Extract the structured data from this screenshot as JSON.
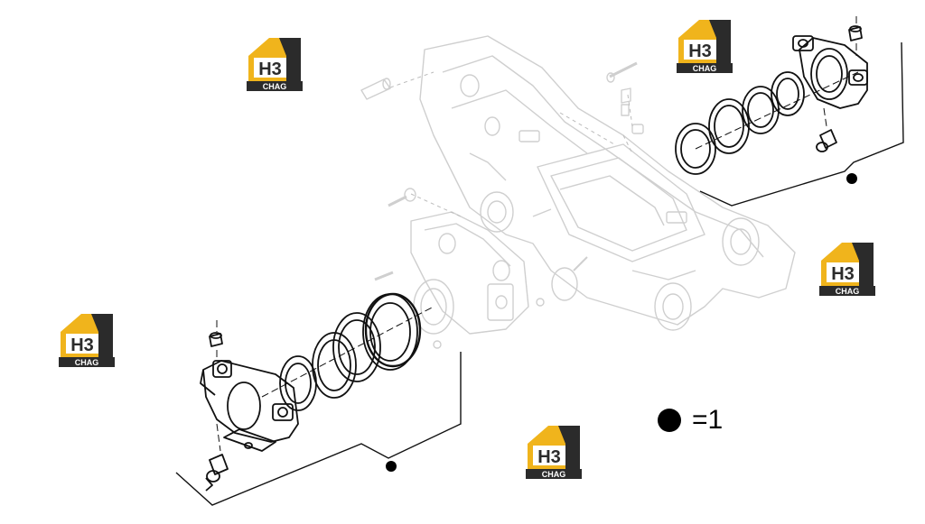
{
  "logo": {
    "letters": "H3",
    "text": "CHAG",
    "color_primary": "#f0b41c",
    "color_dark": "#2b2b2b"
  },
  "legend": {
    "marker": "filled-circle",
    "text": "=1"
  },
  "colors": {
    "background": "#ffffff",
    "line_dark": "#111111",
    "line_faded": "#cfcfcf"
  }
}
